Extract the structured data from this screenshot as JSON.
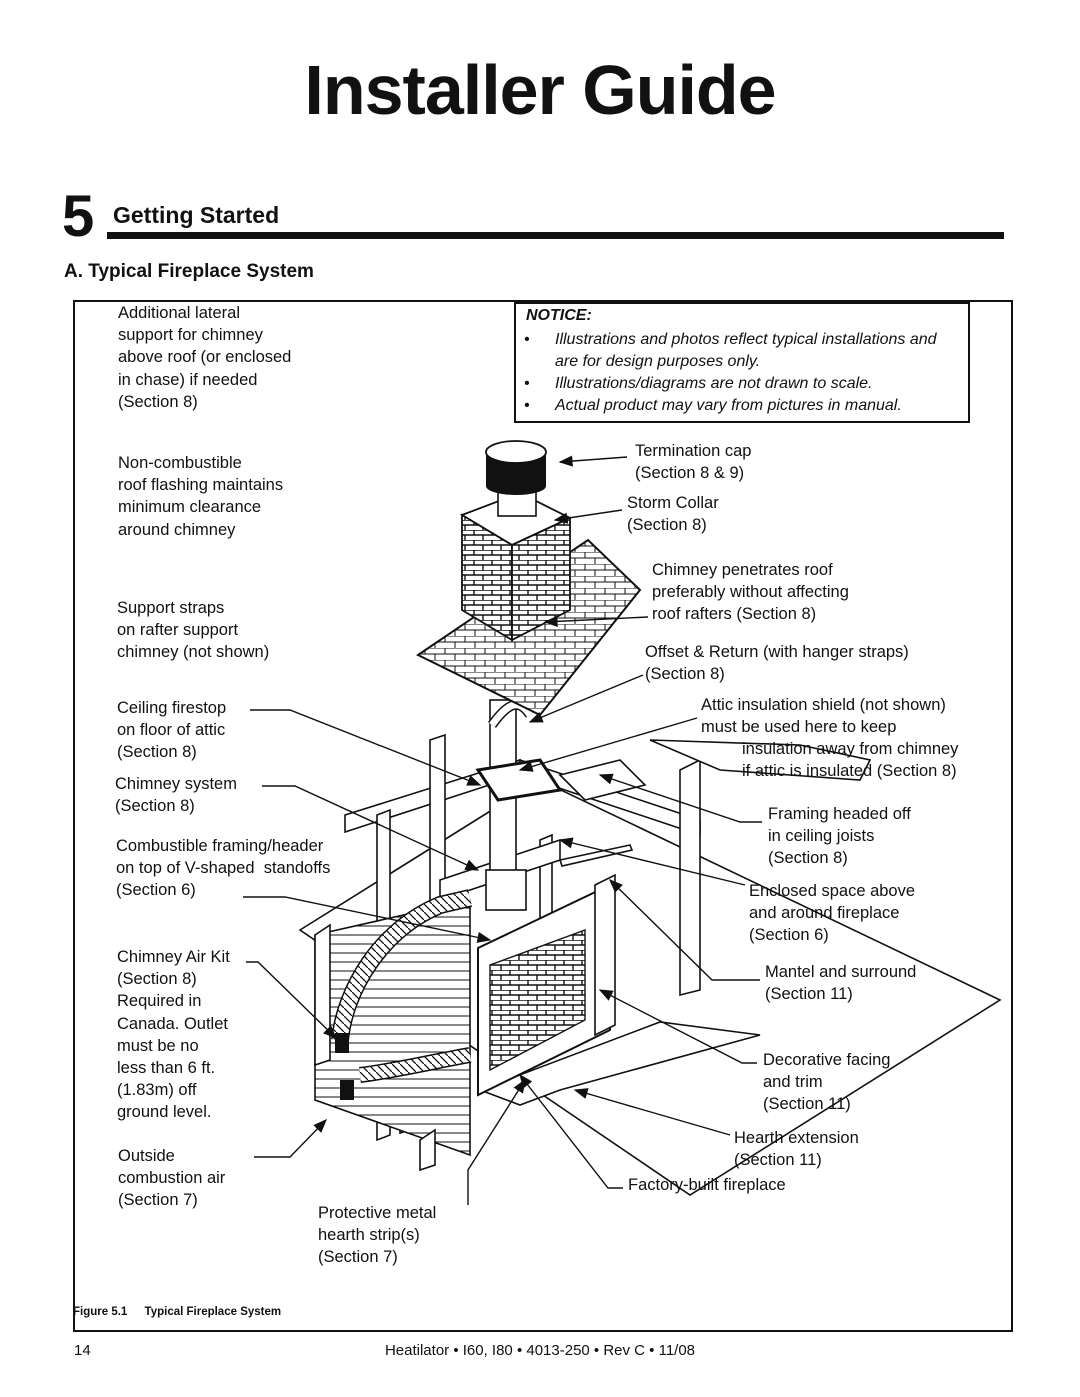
{
  "header": {
    "title": "Installer Guide"
  },
  "section": {
    "number": "5",
    "title": "Getting Started"
  },
  "subsection": {
    "title": "A. Typical Fireplace System"
  },
  "notice": {
    "heading": "NOTICE:",
    "items": [
      "Illustrations and photos reflect typical installations and are for design purposes only.",
      "Illustrations/diagrams are not drawn to scale.",
      "Actual product may vary from pictures in manual."
    ],
    "bullet": "•"
  },
  "labels": {
    "additional_lateral": "Additional lateral\nsupport for chimney\nabove roof (or enclosed\nin chase) if needed\n(Section 8)",
    "non_combustible": "Non-combustible\nroof flashing maintains\nminimum clearance\naround chimney",
    "support_straps": "Support straps\non rafter support\nchimney (not shown)",
    "ceiling_firestop": "Ceiling firestop\non floor of attic\n(Section 8)",
    "chimney_system": "Chimney system\n(Section 8)",
    "combustible_framing": "Combustible framing/header\non top of V-shaped  standoffs\n(Section 6)",
    "chimney_air_kit": "Chimney Air Kit\n(Section 8)\nRequired in\nCanada. Outlet\nmust be no\nless than 6 ft.\n(1.83m) off\nground level.",
    "outside_air": "Outside\ncombustion air\n(Section 7)",
    "hearth_strip": "Protective metal\nhearth strip(s)\n(Section 7)",
    "termination_cap": "Termination cap\n(Section 8 & 9)",
    "storm_collar": "Storm Collar\n(Section 8)",
    "chimney_penetrates": "Chimney penetrates roof\npreferably without affecting\nroof rafters (Section 8)",
    "offset_return": "Offset & Return (with hanger straps)\n(Section 8)",
    "attic_shield_1": "Attic insulation shield (not shown)\nmust be used here to keep",
    "attic_shield_2": "insulation away from chimney\nif attic is insulated (Section 8)",
    "framing_headed": "Framing headed off\nin ceiling joists\n(Section 8)",
    "enclosed_space": "Enclosed space above\nand around fireplace\n(Section 6)",
    "mantel": "Mantel and surround\n(Section 11)",
    "decorative_facing": "Decorative facing\nand trim\n(Section 11)",
    "hearth_extension": "Hearth extension\n(Section 11)",
    "factory_built": "Factory-built fireplace"
  },
  "caption": {
    "figure": "Figure 5.1",
    "title": "Typical Fireplace System"
  },
  "footer": {
    "page": "14",
    "text": "Heatilator • I60, I80 • 4013-250 • Rev C • 11/08"
  }
}
